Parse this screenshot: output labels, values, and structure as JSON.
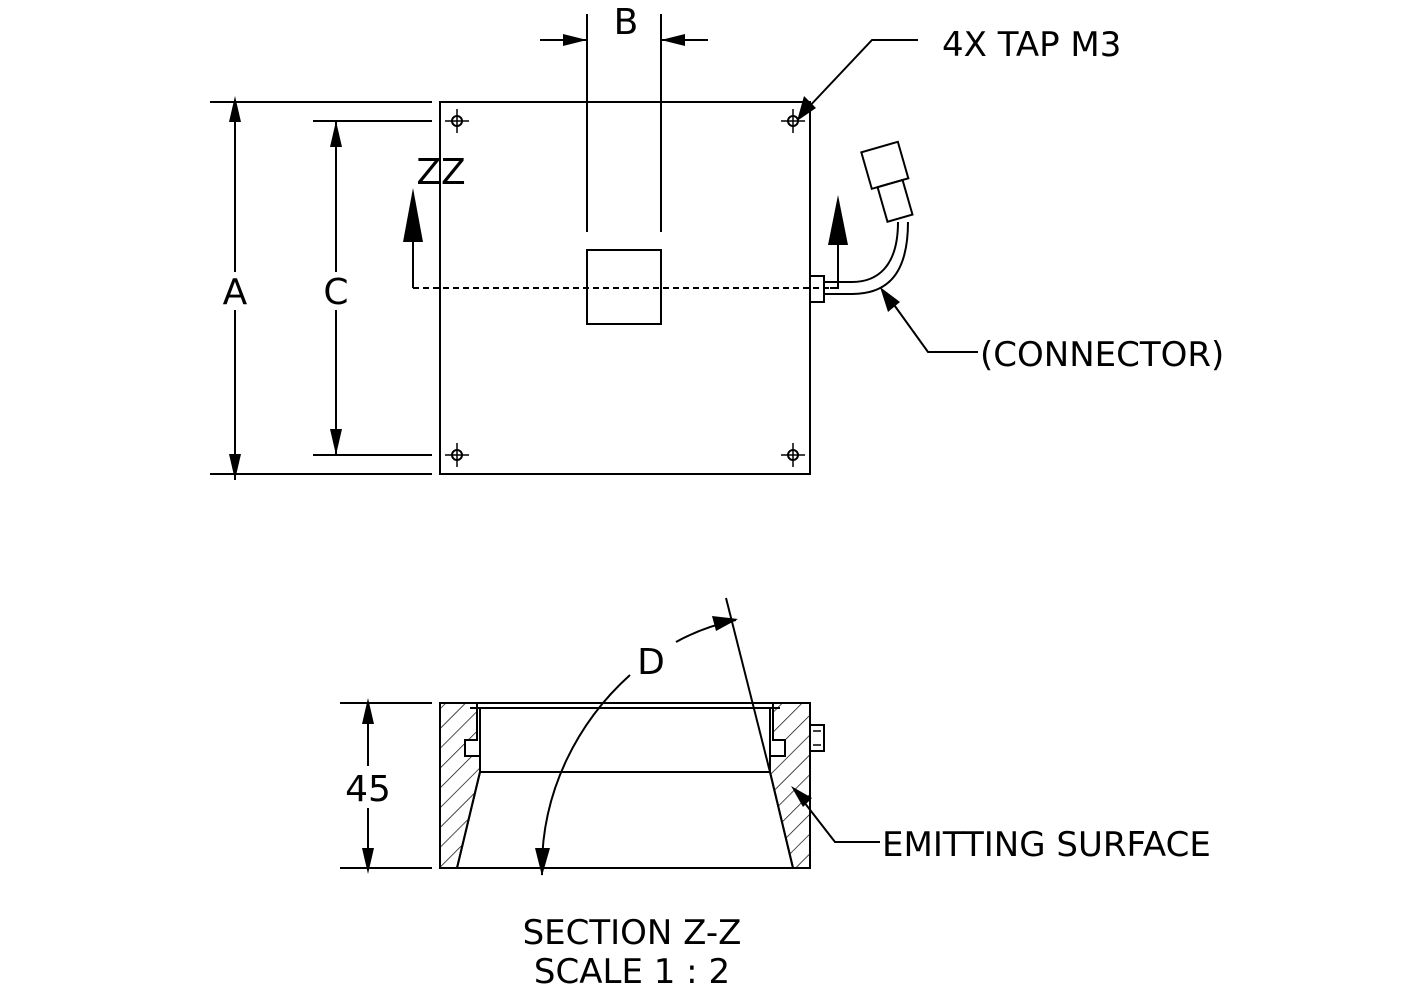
{
  "labels": {
    "dim_a": "A",
    "dim_b": "B",
    "dim_c": "C",
    "dim_d": "D",
    "dim_height": "45",
    "section_marker": "ZZ",
    "tap_note": "4X TAP M3",
    "connector_note": "(CONNECTOR)",
    "emitting_note": "EMITTING SURFACE",
    "section_title": "SECTION Z-Z",
    "scale_note": "SCALE 1 : 2"
  }
}
